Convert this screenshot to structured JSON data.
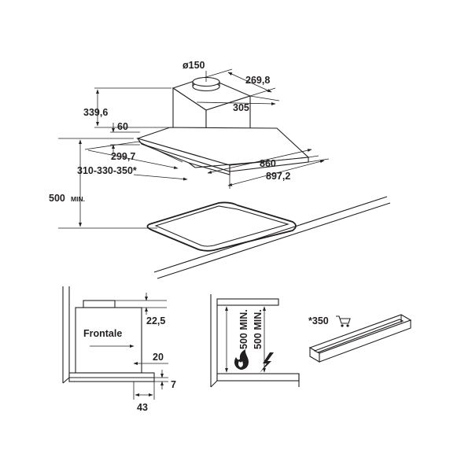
{
  "top_view": {
    "diameter": "ø150",
    "width_top": "269,8",
    "depth_top": "305",
    "height_chimney": "339,6",
    "height_body": "60",
    "depth_body": "299,7",
    "depth_options": "310-330-350*",
    "width_body": "860",
    "width_total": "897,2",
    "min_distance": "500",
    "min_suffix": "MIN."
  },
  "side_view": {
    "front_label": "Frontale",
    "dim_top": "22,5",
    "dim_mid": "20",
    "dim_bottom": "7",
    "dim_offset": "43"
  },
  "clearance_view": {
    "gas_distance": "500 MIN.",
    "electric_distance": "500 MIN."
  },
  "accessory": {
    "label": "*350"
  }
}
